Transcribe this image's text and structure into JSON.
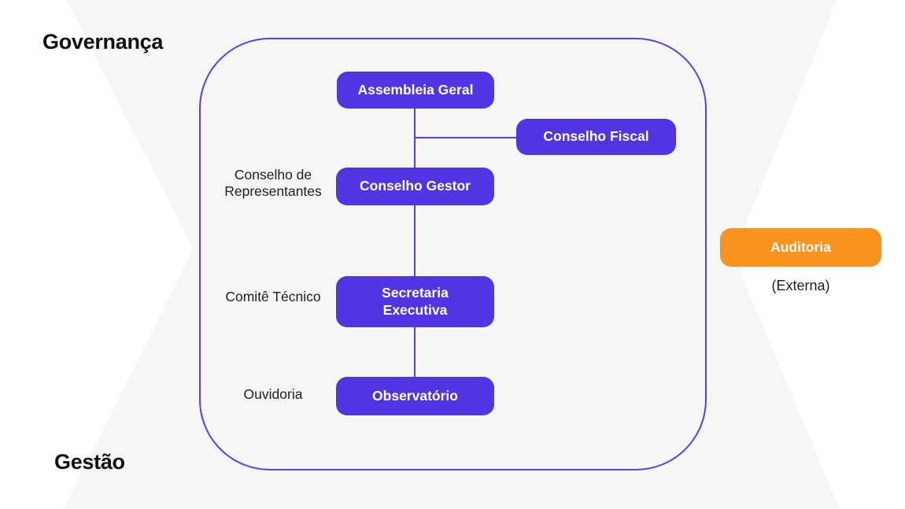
{
  "titles": {
    "governance": "Governança",
    "management": "Gestão"
  },
  "colors": {
    "node_purple": "#5134e2",
    "connector_purple": "#5b3de8",
    "audit_orange": "#f8931d",
    "background_gray": "#f6f6f7"
  },
  "governance_frame": {
    "nodes": {
      "assembleia_geral": "Assembleia Geral",
      "conselho_fiscal": "Conselho Fiscal",
      "conselho_gestor": "Conselho Gestor",
      "secretaria_executiva": "Secretaria\nExecutiva",
      "observatorio": "Observatório"
    },
    "side_labels": {
      "conselho_representantes": "Conselho de\nRepresentantes",
      "comite_tecnico": "Comitê Técnico",
      "ouvidoria": "Ouvidoria"
    }
  },
  "external_audit": {
    "node": "Auditoria",
    "caption": "(Externa)"
  }
}
